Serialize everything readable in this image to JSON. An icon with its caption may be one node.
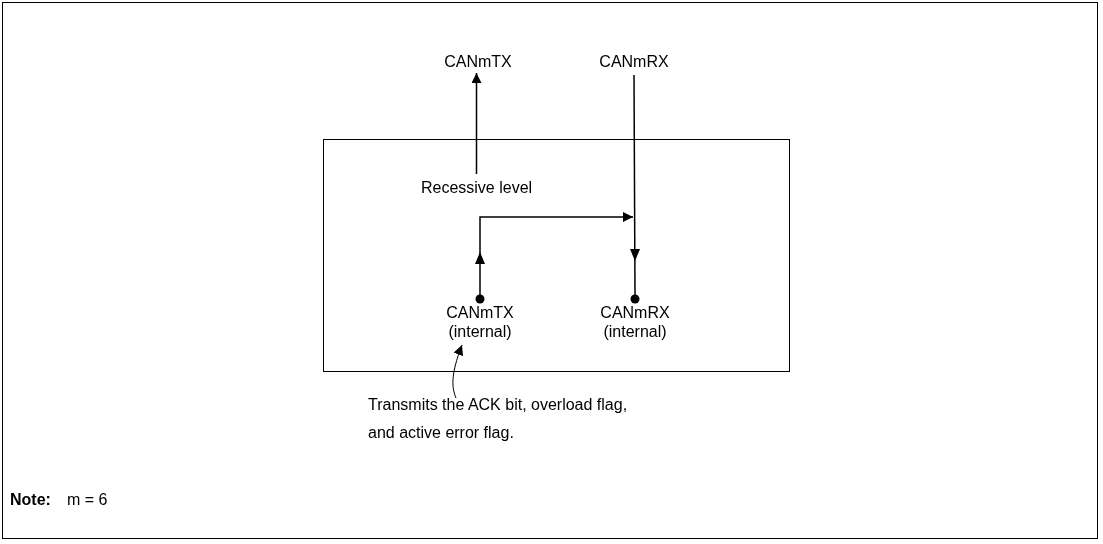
{
  "diagram": {
    "nodes": [
      {
        "text": [],
        "shape": "box"
      },
      {
        "text": [
          "CANmTX"
        ]
      },
      {
        "text": [
          "CANmRX"
        ]
      },
      {
        "text": [
          "Recessive level"
        ],
        "in": 0
      },
      {
        "text": [
          "CANmTX (internal)"
        ],
        "in": 0
      },
      {
        "text": [
          "CANmRX (internal)"
        ],
        "in": 0
      },
      {
        "text": [
          "Transmits the ACK bit, overload flag, and active error flag."
        ]
      }
    ],
    "edges": [
      {
        "from": 3,
        "to": 1,
        "arrow": "to"
      },
      {
        "from": 2,
        "to": 5,
        "arrow": "to"
      },
      {
        "from": 4,
        "to": 5,
        "arrow": "to"
      },
      {
        "from": 6,
        "to": 4,
        "arrow": "to"
      }
    ],
    "labels": [
      "**Note:**",
      "m = 6"
    ]
  }
}
